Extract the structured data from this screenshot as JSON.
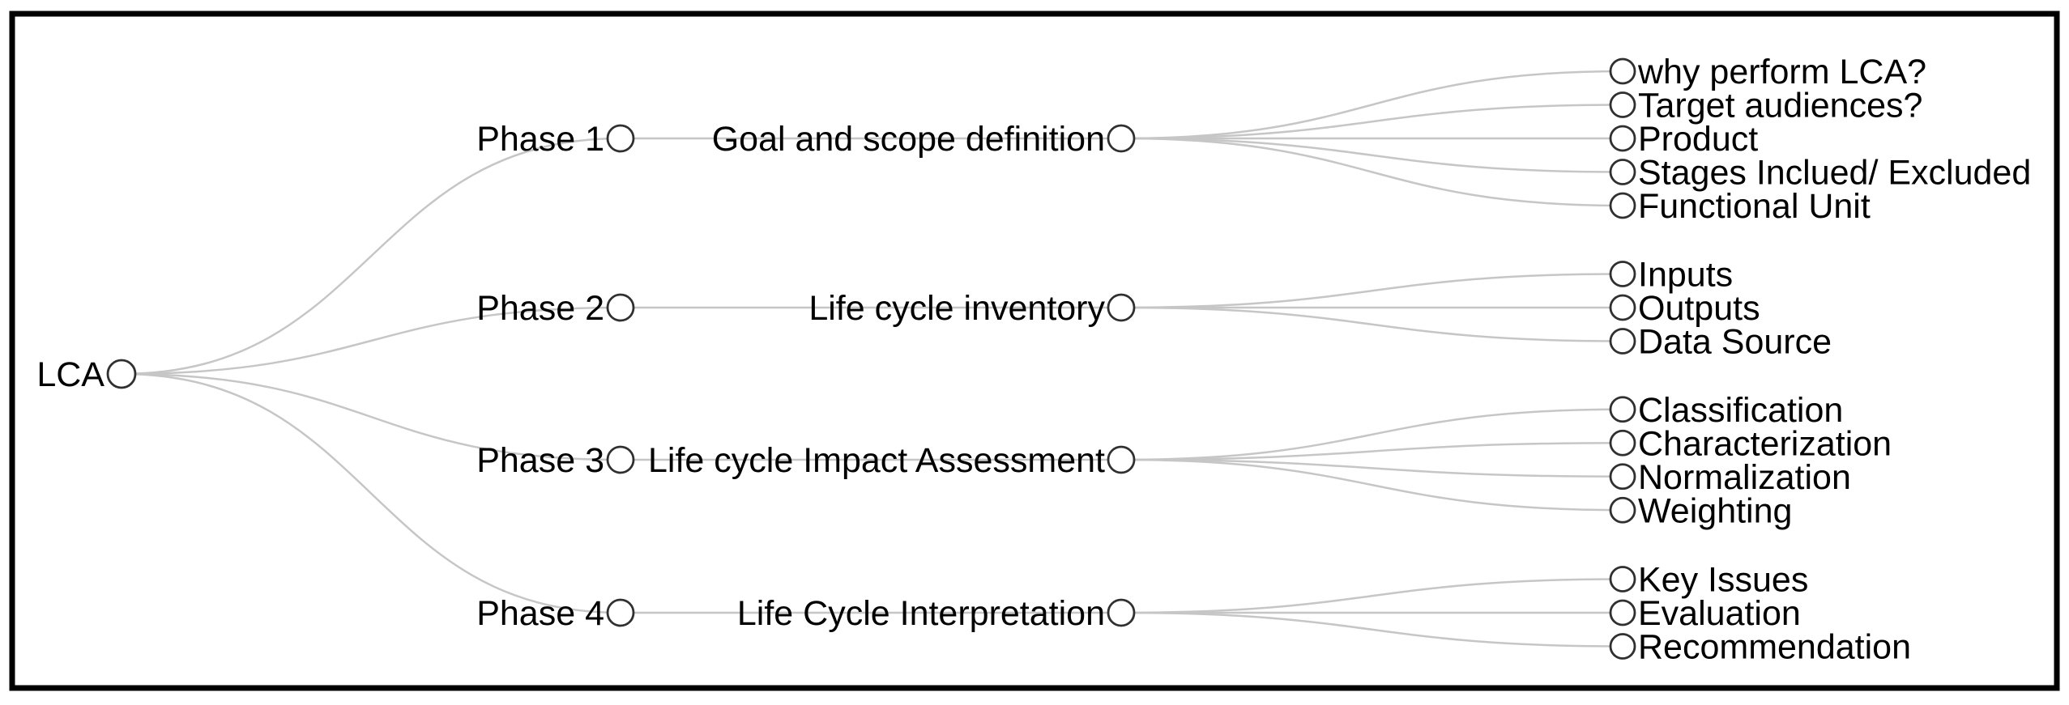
{
  "diagram": {
    "title": "LCA phases tree diagram",
    "root": {
      "label": "LCA"
    },
    "phases": [
      {
        "name": "Phase 1",
        "description": "Goal and scope definition",
        "children": [
          "why perform LCA?",
          "Target audiences?",
          "Product",
          "Stages Inclued/ Excluded",
          "Functional Unit"
        ]
      },
      {
        "name": "Phase 2",
        "description": "Life cycle inventory",
        "children": [
          "Inputs",
          "Outputs",
          "Data Source"
        ]
      },
      {
        "name": "Phase 3",
        "description": "Life cycle Impact Assessment",
        "children": [
          "Classification",
          "Characterization",
          "Normalization",
          "Weighting"
        ]
      },
      {
        "name": "Phase 4",
        "description": "Life Cycle Interpretation",
        "children": [
          "Key Issues",
          "Evaluation",
          "Recommendation"
        ]
      }
    ],
    "colors": {
      "background": "#ffffff",
      "border": "#000000",
      "link": "#c6c6c6",
      "node_stroke": "#303030",
      "node_fill": "#ffffff",
      "text": "#000000"
    }
  }
}
